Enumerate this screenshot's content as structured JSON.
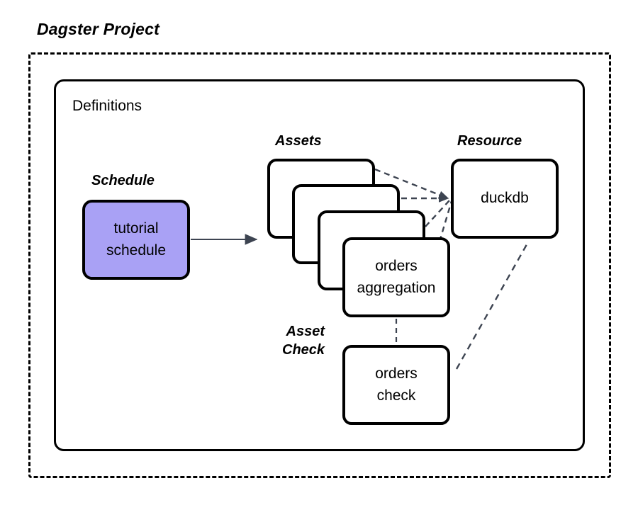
{
  "diagram": {
    "title": "Dagster Project",
    "container_label": "Definitions",
    "captions": {
      "schedule": "Schedule",
      "assets": "Assets",
      "resource": "Resource",
      "asset_check_line1": "Asset",
      "asset_check_line2": "Check"
    },
    "nodes": {
      "schedule": {
        "line1": "tutorial",
        "line2": "schedule",
        "fill": "#a9a1f5"
      },
      "asset_1": {
        "line1": "",
        "line2": "",
        "fill": "#ffffff"
      },
      "asset_2": {
        "line1": "",
        "line2": "",
        "fill": "#ffffff"
      },
      "asset_3": {
        "line1": "",
        "line2": "",
        "fill": "#ffffff"
      },
      "asset_4": {
        "line1": "orders",
        "line2": "aggregation",
        "fill": "#ffffff"
      },
      "resource": {
        "line1": "duckdb",
        "line2": "",
        "fill": "#ffffff"
      },
      "asset_check": {
        "line1": "orders",
        "line2": "check",
        "fill": "#ffffff"
      }
    },
    "colors": {
      "stroke": "#000000",
      "dashed_edge": "#3d4451",
      "arrow": "#3d4451",
      "schedule_fill": "#a9a1f5",
      "background": "#ffffff"
    },
    "edges": [
      {
        "from": "schedule",
        "to": "assets",
        "style": "solid-arrow"
      },
      {
        "from": "asset_1",
        "to": "resource",
        "style": "dashed"
      },
      {
        "from": "asset_2",
        "to": "resource",
        "style": "dashed"
      },
      {
        "from": "asset_3",
        "to": "resource",
        "style": "dashed"
      },
      {
        "from": "asset_4",
        "to": "resource",
        "style": "dashed"
      },
      {
        "from": "asset_4",
        "to": "asset_check",
        "style": "dashed"
      },
      {
        "from": "asset_check",
        "to": "resource",
        "style": "dashed"
      }
    ]
  }
}
